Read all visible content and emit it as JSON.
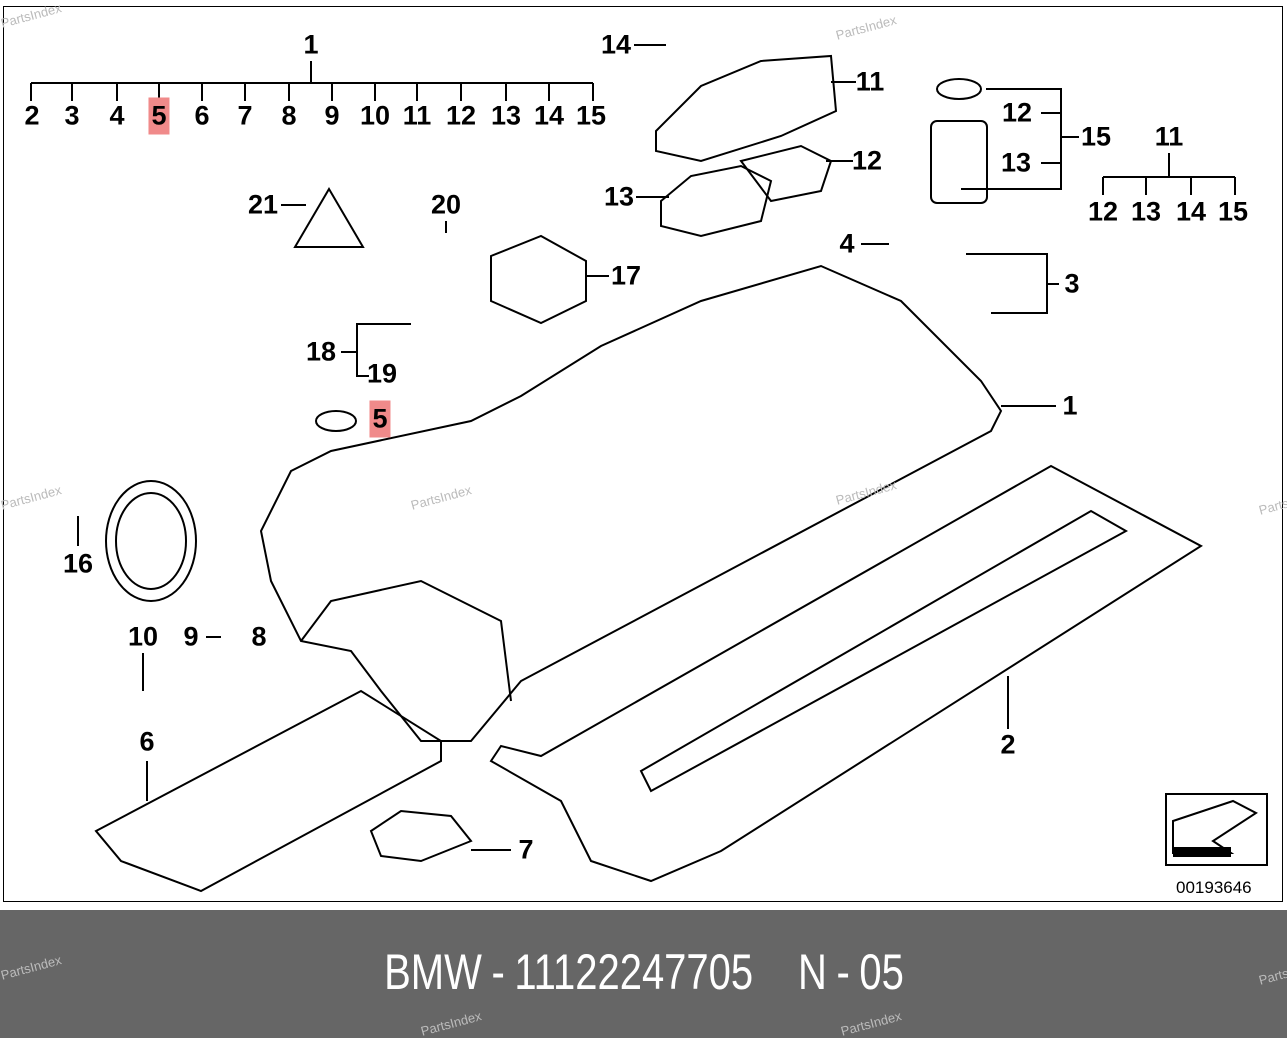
{
  "diagram": {
    "labels": [
      "1",
      "2",
      "3",
      "4",
      "5",
      "6",
      "7",
      "8",
      "9",
      "10",
      "11",
      "12",
      "13",
      "14",
      "15",
      "14",
      "11",
      "12",
      "13",
      "12",
      "15",
      "13",
      "11",
      "12",
      "13",
      "14",
      "15",
      "21",
      "20",
      "17",
      "4",
      "3",
      "18",
      "19",
      "5",
      "1",
      "16",
      "10",
      "9",
      "8",
      "6",
      "2",
      "7"
    ],
    "highlighted_part": "5",
    "highlight_color": "#f08a8a",
    "diagram_code": "00193646"
  },
  "watermark": "PartsIndex",
  "footer": {
    "brand": "BMW",
    "separator": "-",
    "part_number": "11122247705",
    "position_label": "N",
    "position_number": "05"
  }
}
